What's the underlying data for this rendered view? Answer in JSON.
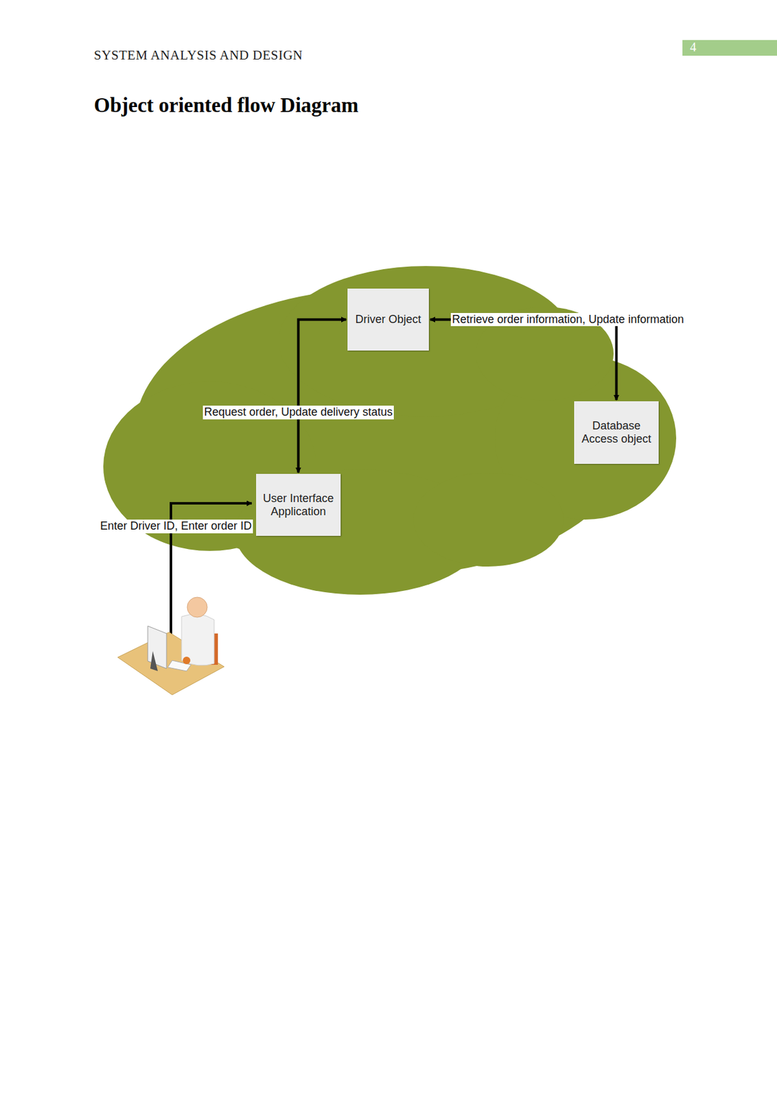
{
  "diagram": {
    "title": "Object oriented flow Diagram",
    "nodes": [
      {
        "text": [
          "Driver Object"
        ]
      },
      {
        "text": [
          "Database Access object"
        ]
      },
      {
        "text": [
          "User Interface Application"
        ]
      }
    ],
    "edges": [
      {
        "from": 0,
        "to": 2,
        "label": "Request order, Update delivery status",
        "arrow": "both"
      },
      {
        "from": 0,
        "to": 1,
        "label": "Retrieve order information, Update information",
        "arrow": "both"
      }
    ],
    "labels": [
      "SYSTEM ANALYSIS AND DESIGN",
      "4",
      "Enter Driver ID, Enter order ID"
    ]
  }
}
